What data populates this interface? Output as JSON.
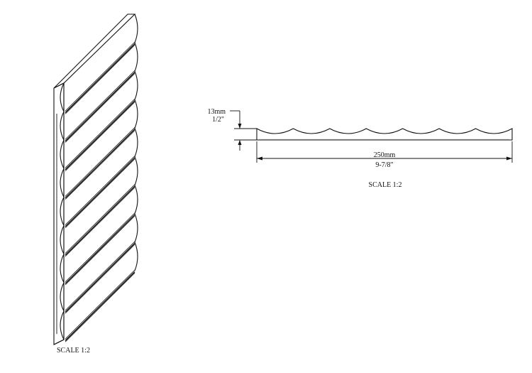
{
  "views": {
    "isometric": {
      "scale_label": "SCALE  1:2",
      "flute_count": 9
    },
    "section": {
      "scale_label": "SCALE  1:2",
      "flute_count": 7,
      "thickness_mm": "13mm",
      "thickness_in": "1/2\"",
      "width_mm": "250mm",
      "width_in": "9-7/8\""
    }
  }
}
